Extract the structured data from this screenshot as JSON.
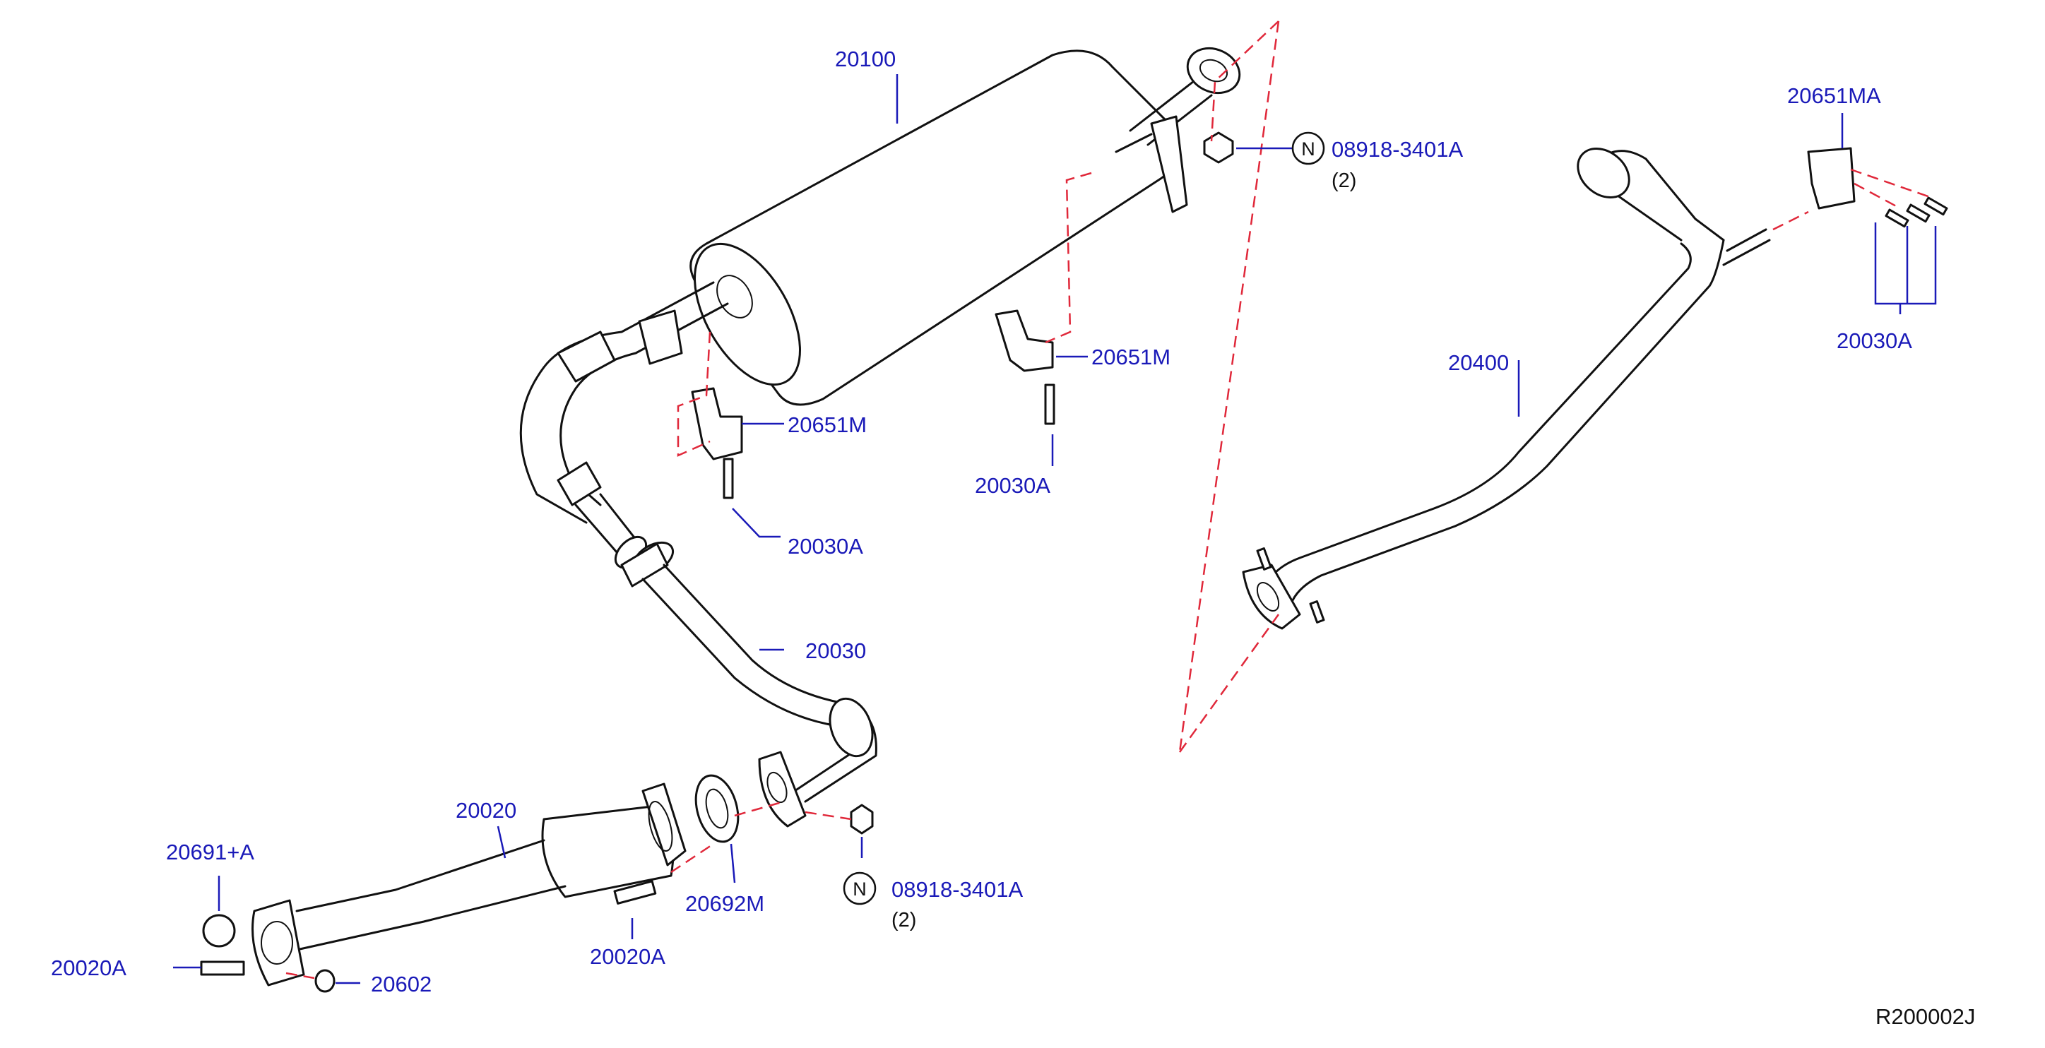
{
  "labels": {
    "muffler": "20100",
    "nut_upper_code": "08918-3401A",
    "nut_upper_qty": "(2)",
    "n_upper": "N",
    "mount_upper": "20651M",
    "bolt_upper": "20030A",
    "mount_left": "20651M",
    "bolt_left": "20030A",
    "center_tube": "20030",
    "cat_converter": "20020",
    "stud_right": "20020A",
    "gasket": "20692M",
    "nut_lower_code": "08918-3401A",
    "nut_lower_qty": "(2)",
    "n_lower": "N",
    "seal_ring": "20691+A",
    "stud_left": "20020A",
    "nut_small": "20602",
    "tail_tube": "20400",
    "mount_rear": "20651MA",
    "bolt_rear": "20030A"
  },
  "reference_code": "R200002J",
  "colors": {
    "label_blue": "#1a1ab8",
    "dash_red": "#e0283a",
    "line_black": "#111111"
  }
}
